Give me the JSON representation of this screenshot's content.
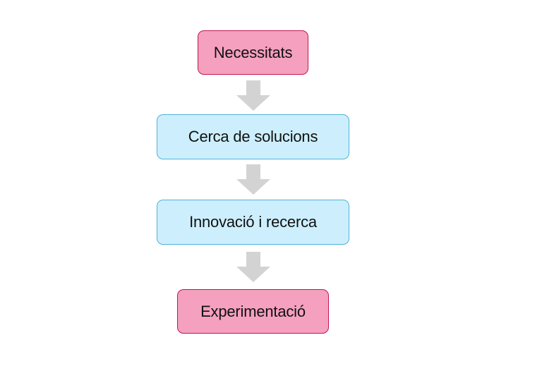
{
  "diagram": {
    "steps": [
      {
        "label": "Necessitats",
        "color": "#f5a0be",
        "border": "#c2184f"
      },
      {
        "label": "Cerca de solucions",
        "color": "#cdeffd",
        "border": "#4fb3d8"
      },
      {
        "label": "Innovació i recerca",
        "color": "#cdeffd",
        "border": "#4fb3d8"
      },
      {
        "label": "Experimentació",
        "color": "#f5a0be",
        "border": "#c2184f"
      }
    ],
    "arrow_color": "#d3d3d3"
  }
}
